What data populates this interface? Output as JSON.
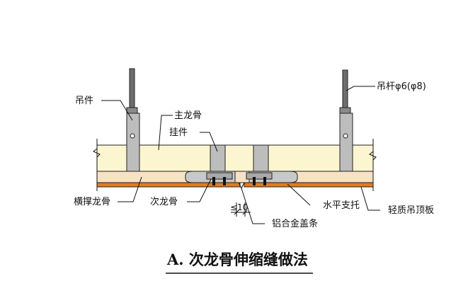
{
  "labels": {
    "hanger_piece": "吊件",
    "hanger_rod": "吊杆φ6(φ8)",
    "main_keel": "主龙骨",
    "hook_piece": "挂件",
    "cross_brace_keel": "横撑龙骨",
    "secondary_keel": "次龙骨",
    "horizontal_bracket": "水平支托",
    "light_ceiling_board": "轻质吊顶板",
    "dimension": "≤10",
    "aluminum_cover_strip": "铝合金盖条"
  },
  "caption": "A. 次龙骨伸缩缝做法",
  "colors": {
    "main_keel_fill": "#fbf6cf",
    "secondary_keel_fill": "#f7e2c6",
    "ceiling_board_fill": "#e77a1a",
    "metal_fill": "#bdbdbd",
    "rod_fill": "#6e6e6e"
  }
}
